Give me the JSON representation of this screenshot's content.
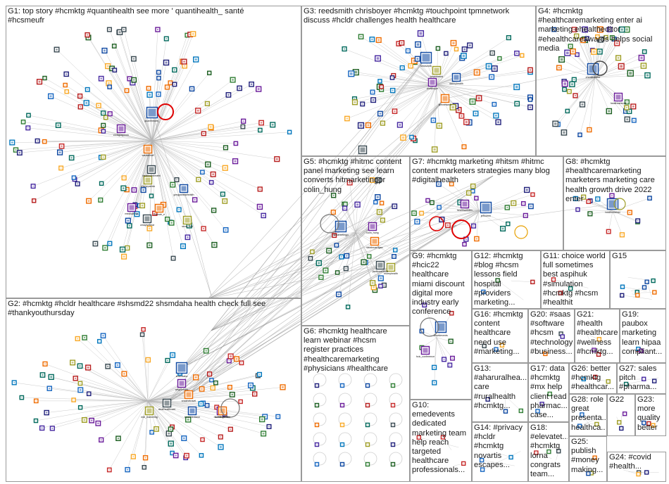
{
  "groups": [
    {
      "id": "G1",
      "label": "G1: top story #hcmktg #quantihealth see more ' quantihealth_ santé\n#hcsmeufr"
    },
    {
      "id": "G2",
      "label": "G2: #hcmktg #hcldr healthcare #shsmd22 shsmdaha health check full see\n#thankyouthursday"
    },
    {
      "id": "G3",
      "label": "G3: reedsmith chrisboyer #hcmktg #touchpoint tpmnetwork\ndiscuss #hcldr challenges health healthcare"
    },
    {
      "id": "G4",
      "label": "G4: #hcmktg\n#healthcaremarketing enter ai\nmarketing ehealtheditor\n#ehealthcareawards helps social\nmedia"
    },
    {
      "id": "G5",
      "label": "G5: #hcmktg #hitmc content\npanel marketing see learn\nconverts hitmarketingpr\ncolin_hung"
    },
    {
      "id": "G6",
      "label": "G6: #hcmktg healthcare\nlearn webinar #hcsm\nregister practices\n#healthcaremarketing\n#physicians #healthcare"
    },
    {
      "id": "G7",
      "label": "G7: #hcmktg marketing #hitsm #hitmc\ncontent marketers strategies many blog\n#digitalhealth"
    },
    {
      "id": "G8",
      "label": "G8: #hcmktg\n#healthcaremarketing\nmarketers marketing care\nhealth growth drive 2022\nenter"
    },
    {
      "id": "G9",
      "label": "G9: #hcmktg\n#hcic22\nhealthcare\nmiami discount\ndigital more\nindustry early\nconference"
    },
    {
      "id": "G10",
      "label": "G10:\nemedevents\ndedicated\nmarketing team\nhelp reach\ntargeted\nhealthcare\nprofessionals..."
    },
    {
      "id": "G11",
      "label": "G11: choice world\nfull sometimes\nbest aspihuk\n#simulation\n#hcmktg #hcsm\n#healthit"
    },
    {
      "id": "G12",
      "label": "G12: #hcmktg\n#blog #hcsm\nlessons field\nhospital\n#providers\nmarketing..."
    },
    {
      "id": "G13",
      "label": "G13:\n#aharuralhea...\ncare\n#ruralhealth\n#hcmktg..."
    },
    {
      "id": "G14",
      "label": "G14: #privacy\n#hcldr\n#hcmktg\nnovartis\nescapes..."
    },
    {
      "id": "G15",
      "label": "G15"
    },
    {
      "id": "G16",
      "label": "G16: #hcmktg\ncontent\nhealthcare\nneed use\n#marketing..."
    },
    {
      "id": "G17",
      "label": "G17: data\n#hcmktg\n#mx help\nclient read\npharmac...\ncase..."
    },
    {
      "id": "G18",
      "label": "G18:\n#elevatet...\n#hcmktg\nlorna\ncongrats\nteam..."
    },
    {
      "id": "G19",
      "label": "G19:\npaubox\nmarketing\nlearn hipaa\ncompliant..."
    },
    {
      "id": "G20",
      "label": "G20: #saas\n#software\n#hcsm\n#technology\n#business..."
    },
    {
      "id": "G21",
      "label": "G21:\n#health\n#healthcare\n#wellness\n#hcmktg..."
    },
    {
      "id": "G22",
      "label": "G22"
    },
    {
      "id": "G23",
      "label": "G23:\nmore\nquality\nbetter"
    },
    {
      "id": "G24",
      "label": "G24: #covid\n#health..."
    },
    {
      "id": "G25",
      "label": "G25:\npublish\n#money\nmaking..."
    },
    {
      "id": "G26",
      "label": "G26: better\n#hcmktg\n#healthcar..."
    },
    {
      "id": "G27",
      "label": "G27: sales\npitch\n#pharma..."
    },
    {
      "id": "G28",
      "label": "G28: role\ngreat\npresenta...\nhealthca..."
    }
  ],
  "hub_labels": {
    "G1": [
      "quantihealth_",
      "chrisgiagondo",
      "xanderbuff",
      "healthsentiment",
      "shanepatrick",
      "gregpaheadhealth",
      "medisabirus",
      "hannah_e",
      "umaywehear",
      "sena_mkt"
    ],
    "G2": [
      "shsmdaha",
      "wegohealth",
      "shazhetravel",
      "clearhealthcare",
      "mdi_marketing",
      "lunarmedicine",
      "mc45888e0d",
      "howlingbrand"
    ],
    "G3": [
      "reedsmith",
      "chrisboyer",
      "tpmnetwork",
      "jessicaobrien",
      "healthtrend",
      "dannyhealth"
    ],
    "G4": [
      "ehealtheditor",
      "healthcaremkt"
    ],
    "G5": [
      "hitmarketingpr",
      "colin_hung",
      "sarahmarrigan",
      "paulrosenholz",
      "moreyhealth"
    ],
    "G7": [
      "jeffcomm",
      "healthwebdev"
    ],
    "G8": [
      "healthmktinst"
    ],
    "G9": [
      "emedevents",
      "hcic_conference"
    ]
  },
  "colors": {
    "border": "#9a9a9a",
    "edge": "#8c8c8c",
    "edge_light": "#b5b5b5",
    "loop": "#e00000",
    "node_palette": [
      "#1f1f7a",
      "#1565c0",
      "#0d47a1",
      "#2e7d32",
      "#1b5e20",
      "#6a1b9a",
      "#b71c1c",
      "#c62828",
      "#ef6c00",
      "#f9a825",
      "#00695c",
      "#37474f",
      "#4527a0",
      "#0277bd",
      "#9e9d24"
    ]
  },
  "icons": [
    "avatar-icon",
    "self-loop-icon",
    "hub-node-icon"
  ]
}
